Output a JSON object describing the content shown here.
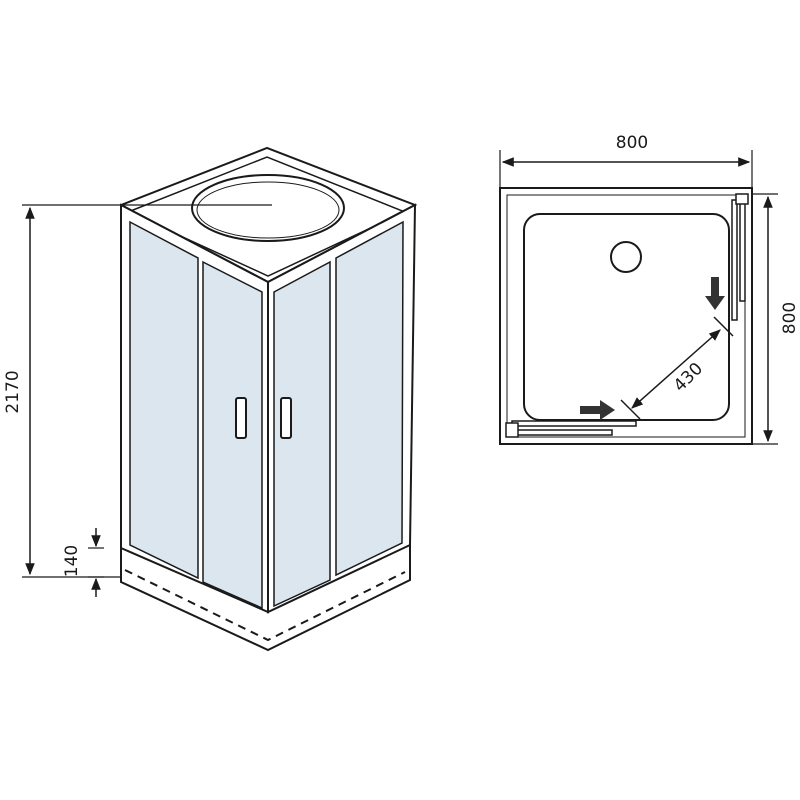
{
  "front_view": {
    "height_label": "2170",
    "base_height_label": "140"
  },
  "plan_view": {
    "width_label": "800",
    "depth_label": "800",
    "door_opening_label": "430"
  },
  "colors": {
    "outline": "#1a1a1a",
    "glass": "#dbe6ee",
    "frame": "#ffffff",
    "arrow": "#333333"
  }
}
